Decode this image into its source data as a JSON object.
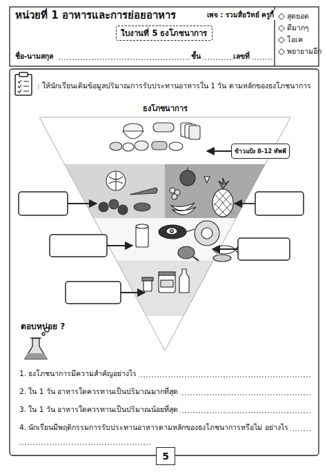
{
  "diagram": {
    "title": "หน่วยที่ 1 อาหารและการย่อยอาหาร",
    "nodes": [
      {
        "text": [
          "ใบงานที่ 5 ธงโภชนาการ"
        ]
      },
      {
        "text": [
          "สุดยอด",
          "ดีมากๆ",
          "โอเค",
          "พยายามอีก"
        ]
      },
      {
        "text": [
          "ธงโภชนาการ"
        ]
      },
      {
        "text": [
          "ข้าวแป้ง 8-12 ทัพพี"
        ],
        "in": 2
      },
      {
        "text": [
          "5"
        ]
      }
    ],
    "labels": [
      "เพจ : รวมสื่อวิทย์ ครูกี้",
      "ชื่อ-นามสกุล",
      "ชั้น",
      "เลขที่",
      ": ให้นักเรียนเติมข้อมูลปริมาณการรับประทานอาหารใน 1 วัน ตามหลักของธงโภชนาการ",
      "ตอบหน่อย ?",
      "1. ธงโภชนาการมีความสำคัญอย่างไร",
      "2. ใน 1 วัน อาหารใดควรทานเป็นปริมาณมากที่สุด",
      "3. ใน 1 วัน อาหารใดควรทานเป็นปริมาณน้อยที่สุด",
      "4. นักเรียนมีพฤติกรรมการรับประทานอาหารตามหลักของธงโภชนาการหรือไม่ อย่างไร"
    ]
  }
}
